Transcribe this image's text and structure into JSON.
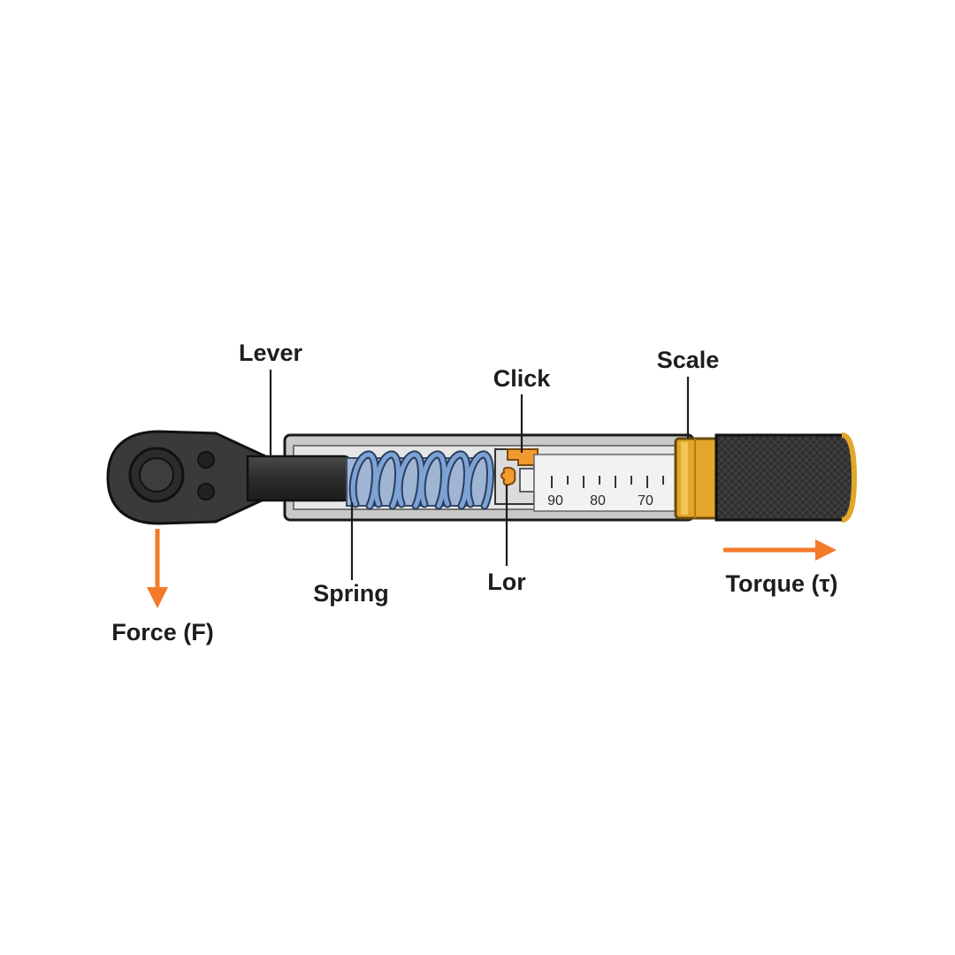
{
  "labels": {
    "lever": "Lever",
    "click": "Click",
    "scale": "Scale",
    "spring": "Spring",
    "lock": "Lor",
    "force": "Force (F)",
    "torque": "Torque (τ)"
  },
  "scale_marks": [
    "90",
    "80",
    "70"
  ],
  "colors": {
    "accent_orange": "#f47a2a",
    "spring_blue": "#6f95c6",
    "collar_gold": "#e3a62a",
    "body_gray": "#c9c9c9",
    "handle_dark": "#2f2f2f"
  },
  "icons": {
    "force_arrow": "arrow-down-icon",
    "torque_arrow": "arrow-right-icon"
  }
}
